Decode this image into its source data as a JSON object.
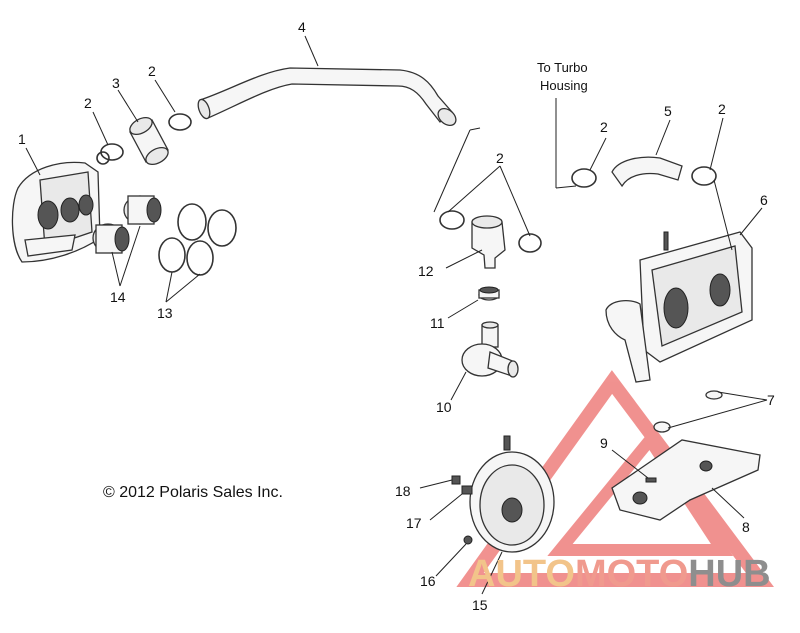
{
  "callouts": {
    "c1": "1",
    "c2a": "2",
    "c2b": "2",
    "c2c": "2",
    "c2d": "2",
    "c2e": "2",
    "c3": "3",
    "c4": "4",
    "c5": "5",
    "c6": "6",
    "c7": "7",
    "c8": "8",
    "c9": "9",
    "c10": "10",
    "c11": "11",
    "c12": "12",
    "c13": "13",
    "c14": "14",
    "c15": "15",
    "c16": "16",
    "c17": "17",
    "c18": "18"
  },
  "annotation": {
    "line1": "To Turbo",
    "line2": "Housing"
  },
  "copyright": "© 2012 Polaris Sales Inc.",
  "watermark": {
    "part1": "AUTO",
    "part2": "MOTO",
    "part3": "HUB"
  },
  "colors": {
    "watermark_triangle": "#e53935",
    "watermark_auto": "#f2c48a",
    "watermark_moto": "#f09a8e",
    "watermark_hub": "#8e8e8e"
  }
}
